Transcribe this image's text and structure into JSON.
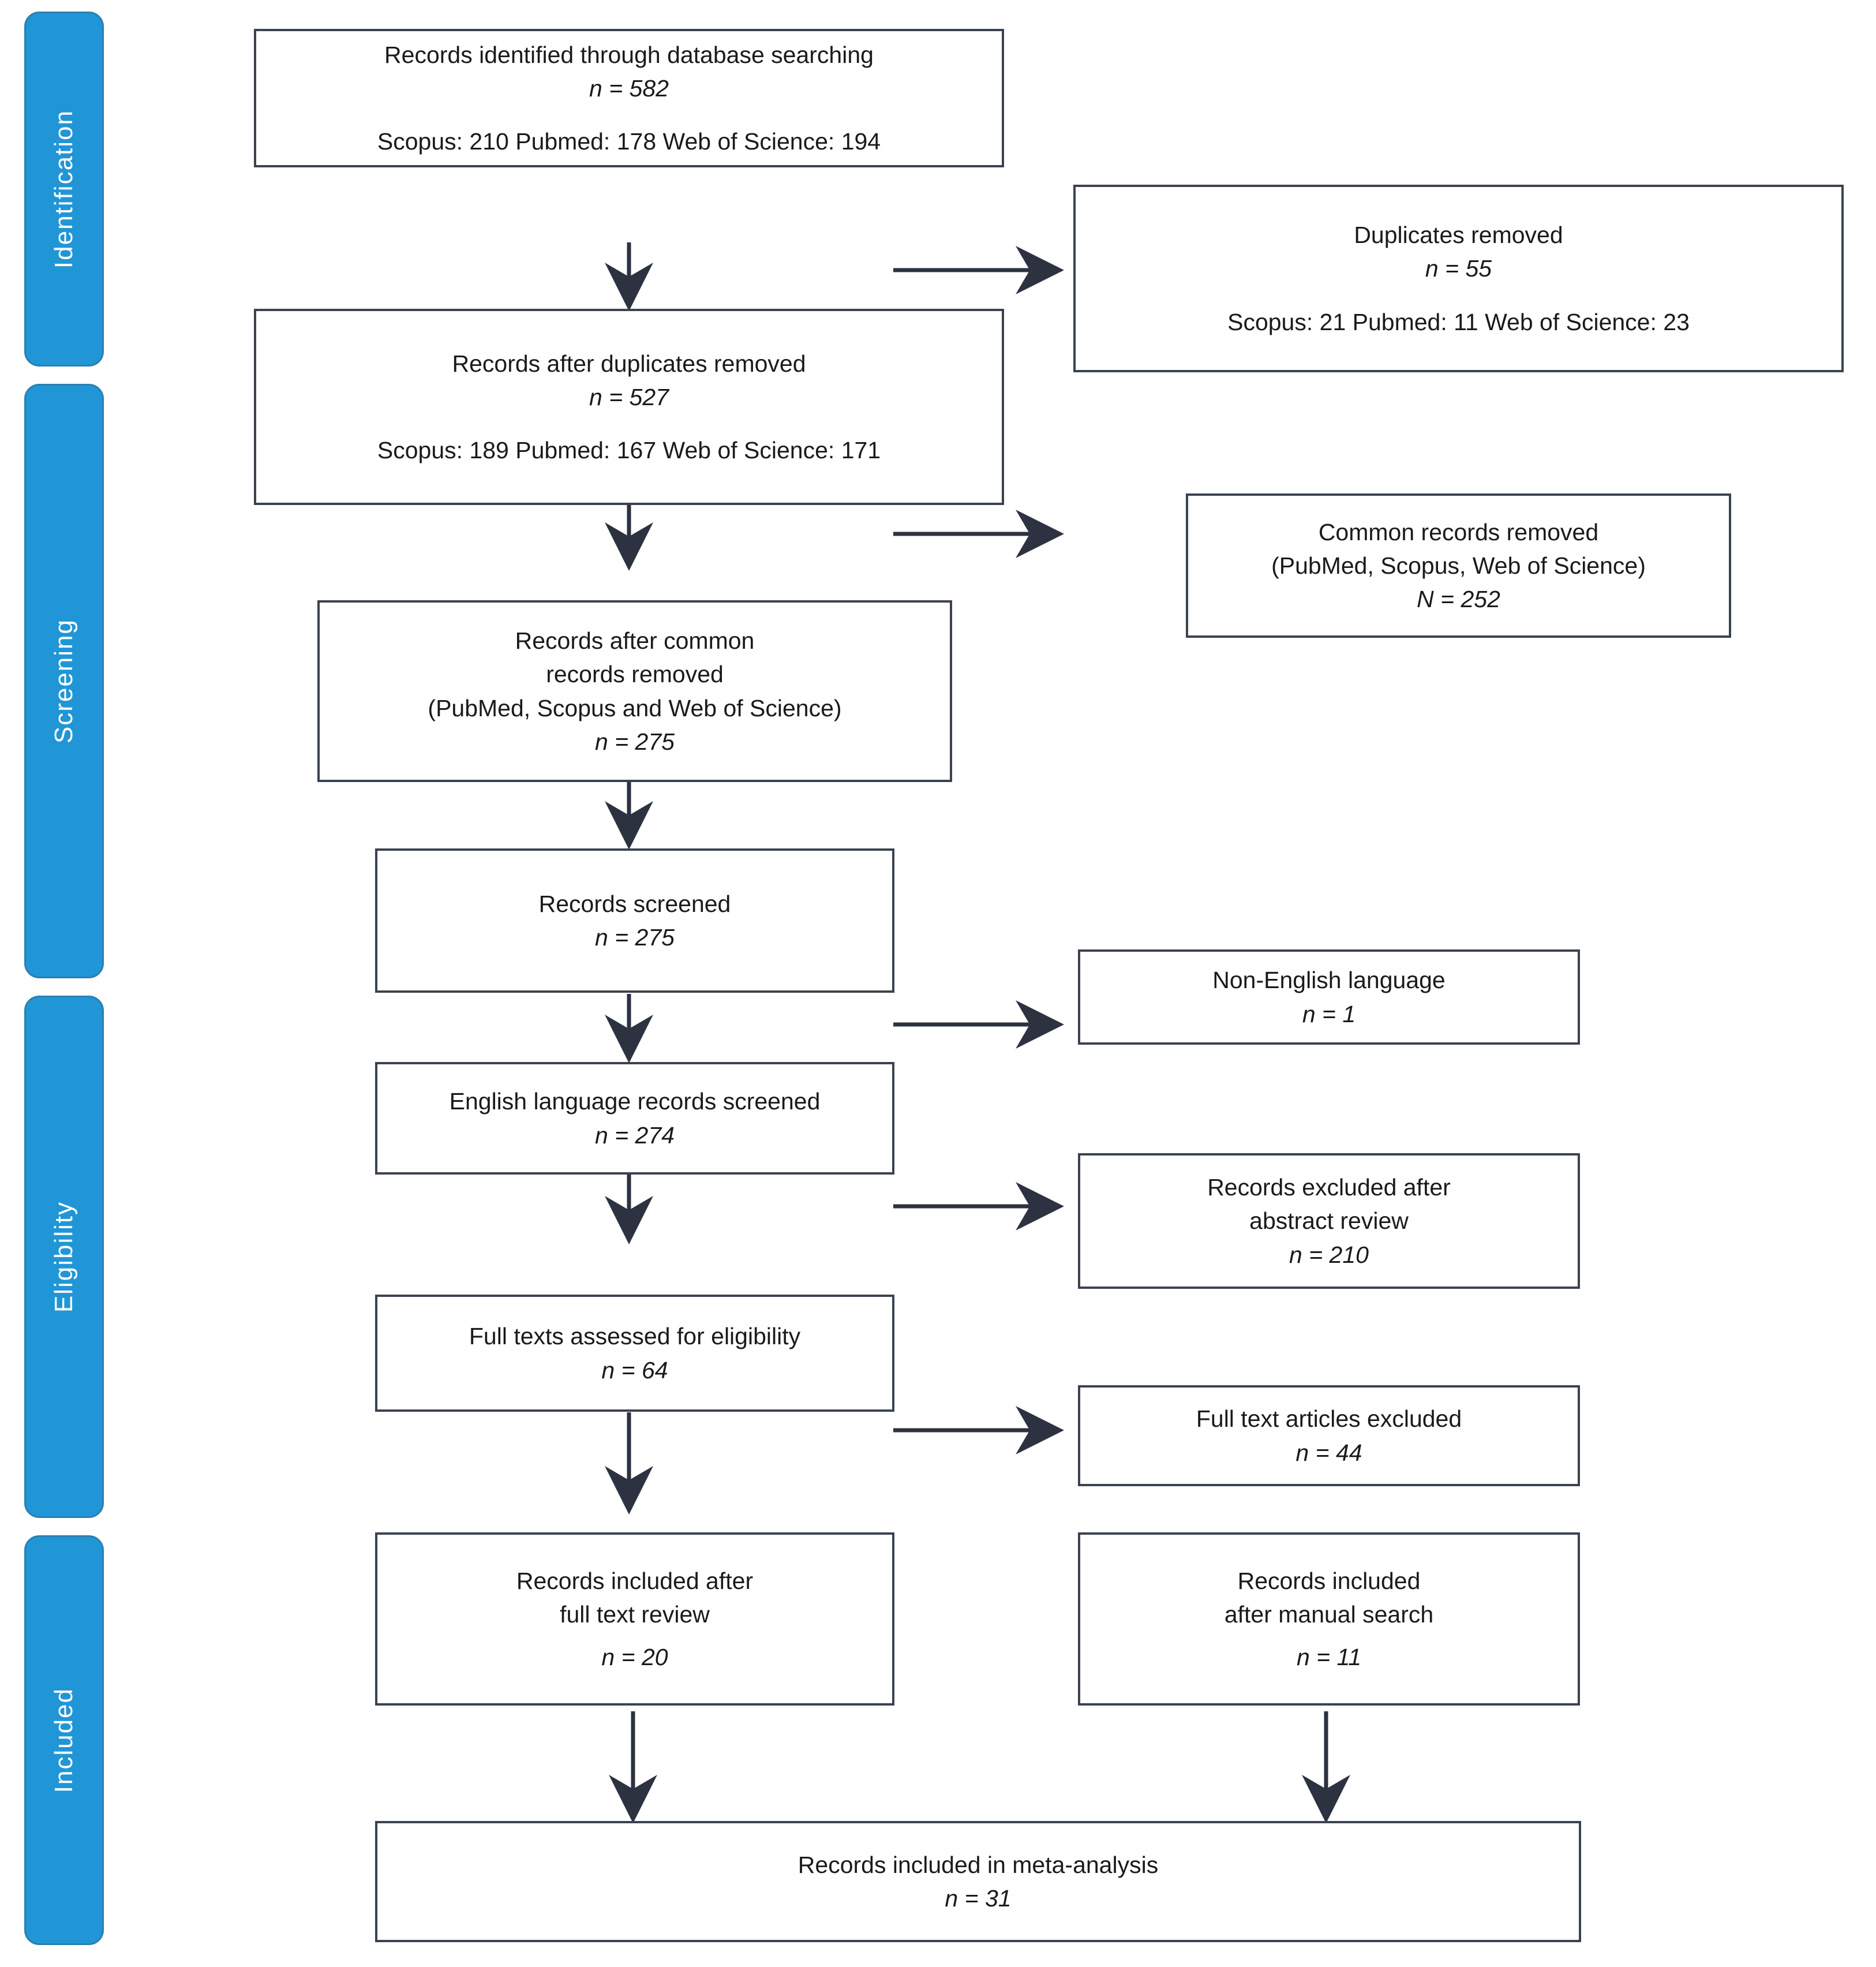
{
  "diagram": {
    "title": "PRISMA flow diagram",
    "accent_color": "#2196d6",
    "box_border_color": "#3b4250"
  },
  "stages": [
    {
      "label": "Identification"
    },
    {
      "label": "Screening"
    },
    {
      "label": "Eligibility"
    },
    {
      "label": "Included"
    }
  ],
  "boxes": {
    "identified": {
      "line1": "Records identified through database searching",
      "line2": "n = 582",
      "line3": "Scopus: 210     Pubmed: 178     Web of Science: 194"
    },
    "duplicates_removed": {
      "line1": "Duplicates removed",
      "line2": "n = 55",
      "line3": "Scopus: 21       Pubmed: 11       Web of Science: 23"
    },
    "after_duplicates": {
      "line1": "Records after duplicates removed",
      "line2": "n = 527",
      "line3": "Scopus: 189     Pubmed: 167     Web of Science: 171"
    },
    "common_removed": {
      "line1": "Common records removed",
      "line2": "(PubMed, Scopus, Web of Science)",
      "line3": "N = 252"
    },
    "after_common_removed": {
      "line1": "Records after common",
      "line2": "records removed",
      "line3": "(PubMed, Scopus and Web of Science)",
      "line4": "n = 275"
    },
    "records_screened": {
      "line1": "Records screened",
      "line2": "n = 275"
    },
    "non_english": {
      "line1": "Non-English language",
      "line2": "n = 1"
    },
    "english_screened": {
      "line1": "English language records screened",
      "line2": "n = 274"
    },
    "excluded_abstract": {
      "line1": "Records excluded after",
      "line2": "abstract review",
      "line3": "n = 210"
    },
    "full_texts_assessed": {
      "line1": "Full texts assessed for eligibility",
      "line2": "n = 64"
    },
    "full_text_excluded": {
      "line1": "Full text articles excluded",
      "line2": "n = 44"
    },
    "included_full_text": {
      "line1": "Records included after",
      "line2": "full text review",
      "line3": "n = 20"
    },
    "included_manual": {
      "line1": "Records included",
      "line2": "after manual search",
      "line3": "n = 11"
    },
    "included_meta": {
      "line1": "Records included in meta-analysis",
      "line2": "n = 31"
    }
  }
}
